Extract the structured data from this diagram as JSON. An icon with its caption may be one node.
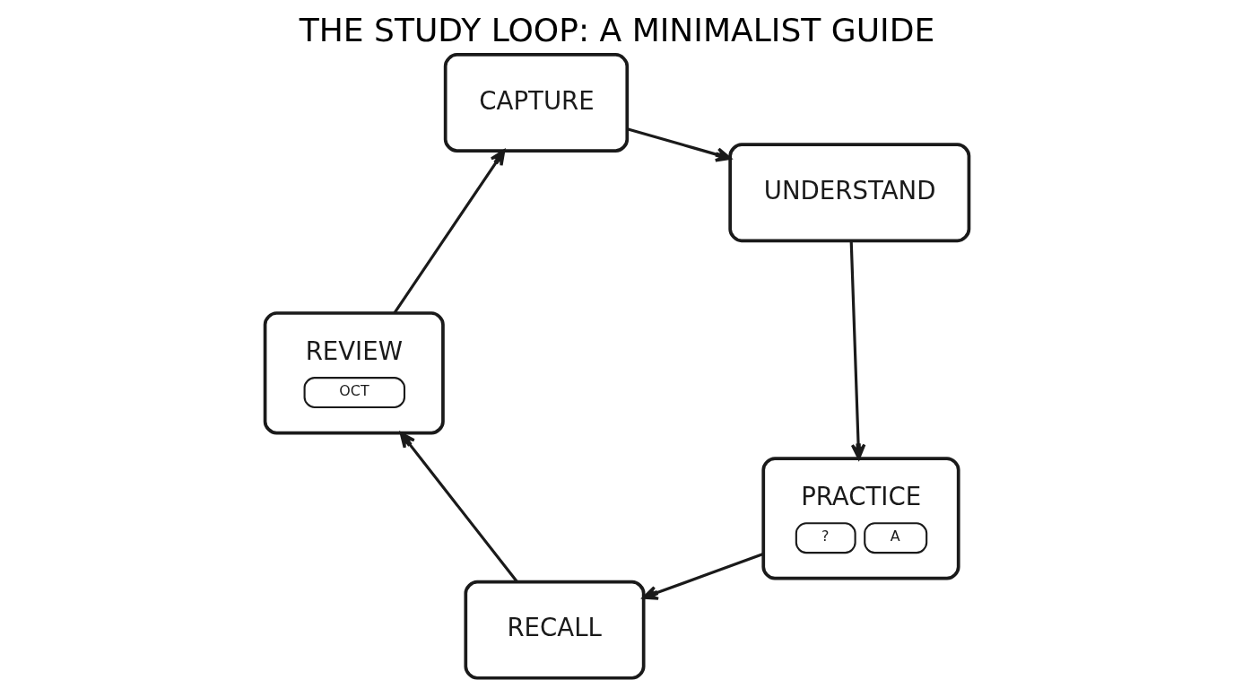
{
  "diagram": {
    "title": "THE STUDY LOOP: A MINIMALIST GUIDE",
    "nodes": [
      {
        "text": [
          "CAPTURE"
        ]
      },
      {
        "text": [
          "UNDERSTAND"
        ]
      },
      {
        "text": [
          "PRACTICE",
          "?",
          "A"
        ]
      },
      {
        "text": [
          "RECALL"
        ]
      },
      {
        "text": [
          "REVIEW",
          "OCT"
        ]
      }
    ],
    "edges": [
      {
        "from": 0,
        "to": 1,
        "arrow": "to"
      },
      {
        "from": 1,
        "to": 2,
        "arrow": "to"
      },
      {
        "from": 2,
        "to": 3,
        "arrow": "to"
      },
      {
        "from": 3,
        "to": 4,
        "arrow": "to"
      },
      {
        "from": 4,
        "to": 0,
        "arrow": "to"
      }
    ]
  }
}
